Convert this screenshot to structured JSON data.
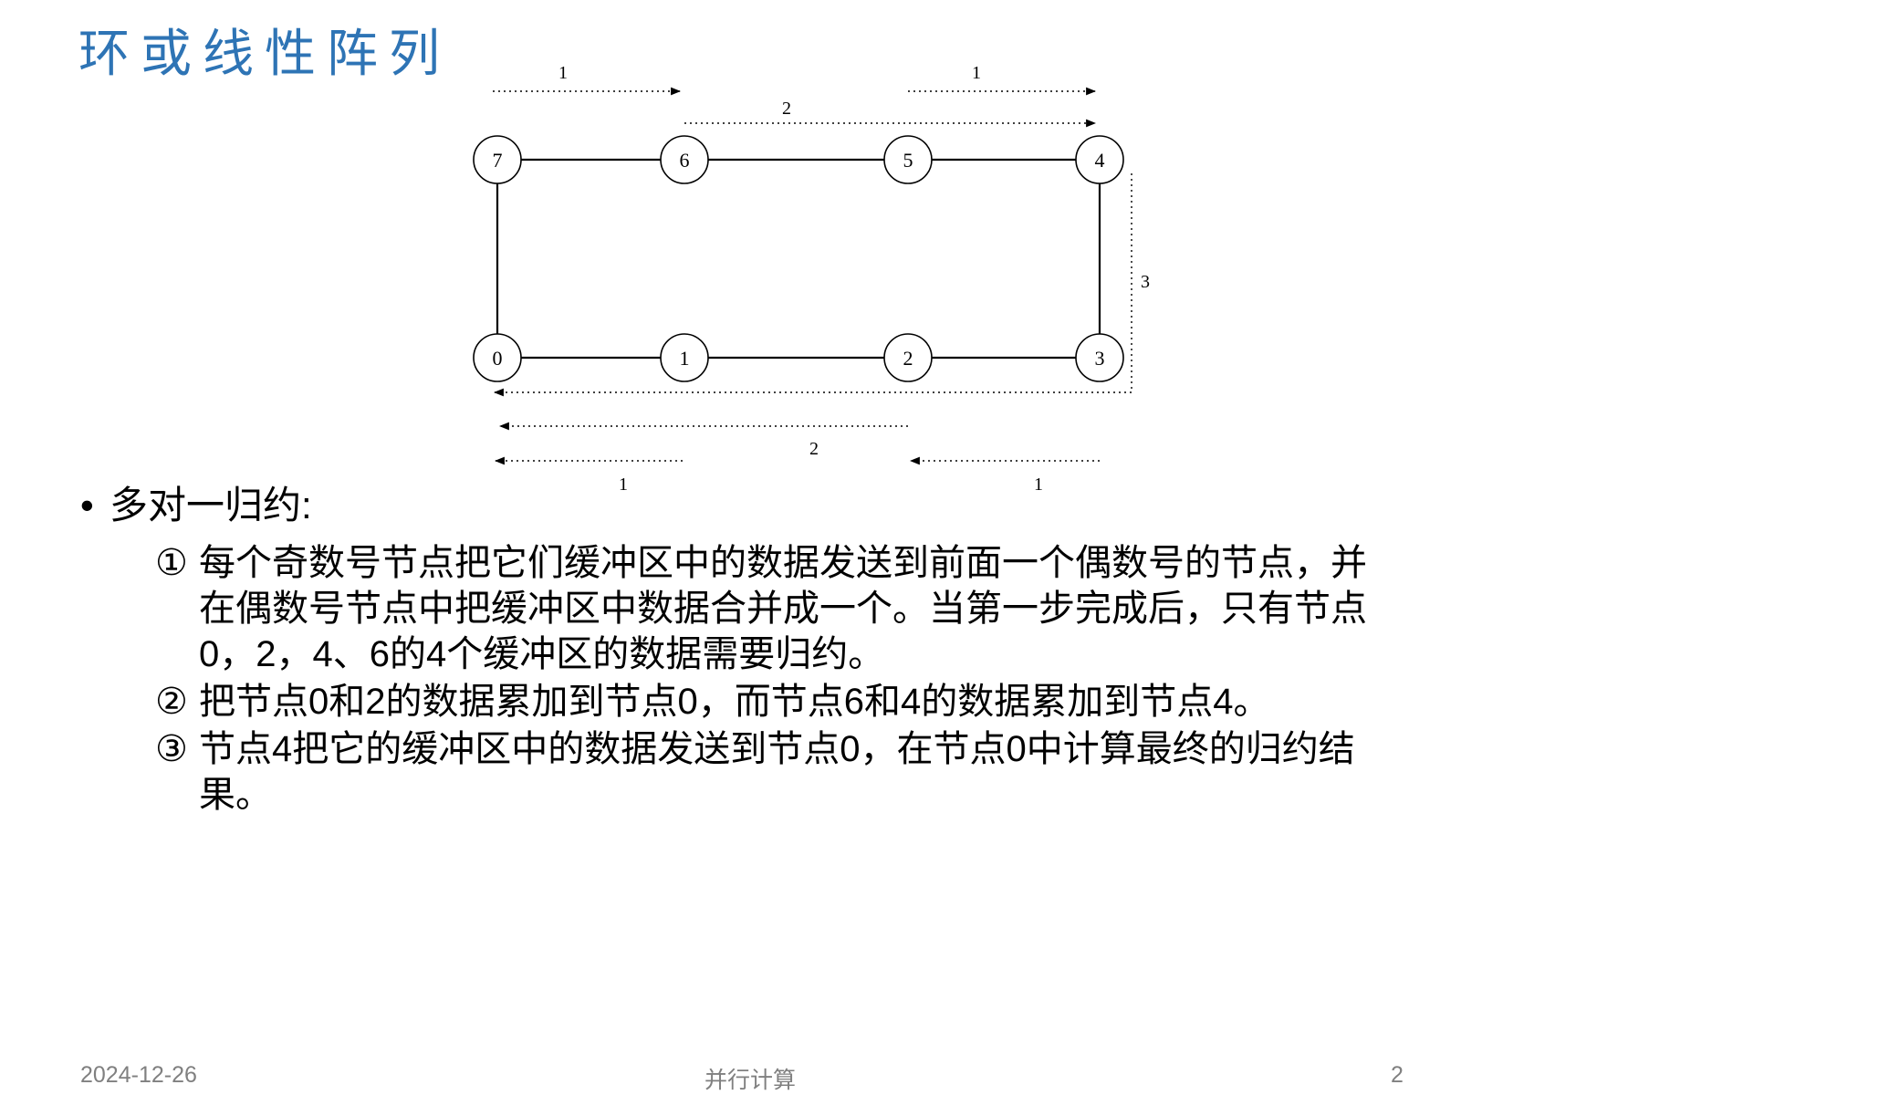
{
  "title": "环或线性阵列",
  "colors": {
    "title": "#2E74B5",
    "body_text": "#000000",
    "footer": "#808080"
  },
  "diagram": {
    "top_nodes": [
      "7",
      "6",
      "5",
      "4"
    ],
    "bottom_nodes": [
      "0",
      "1",
      "2",
      "3"
    ],
    "labels": {
      "top_left": "1",
      "top_right": "1",
      "top_long": "2",
      "right_side": "3",
      "bottom_long": "2",
      "bottom_left": "1",
      "bottom_right": "1"
    }
  },
  "bullet": {
    "marker": "•",
    "text": "多对一归约:"
  },
  "steps": [
    {
      "marker": "①",
      "text": "每个奇数号节点把它们缓冲区中的数据发送到前面一个偶数号的节点，并在偶数号节点中把缓冲区中数据合并成一个。当第一步完成后，只有节点0，2，4、6的4个缓冲区的数据需要归约。"
    },
    {
      "marker": "②",
      "text": "把节点0和2的数据累加到节点0，而节点6和4的数据累加到节点4。"
    },
    {
      "marker": "③",
      "text": "节点4把它的缓冲区中的数据发送到节点0，在节点0中计算最终的归约结果。"
    }
  ],
  "footer": {
    "date": "2024-12-26",
    "course": "并行计算",
    "page": "2"
  }
}
